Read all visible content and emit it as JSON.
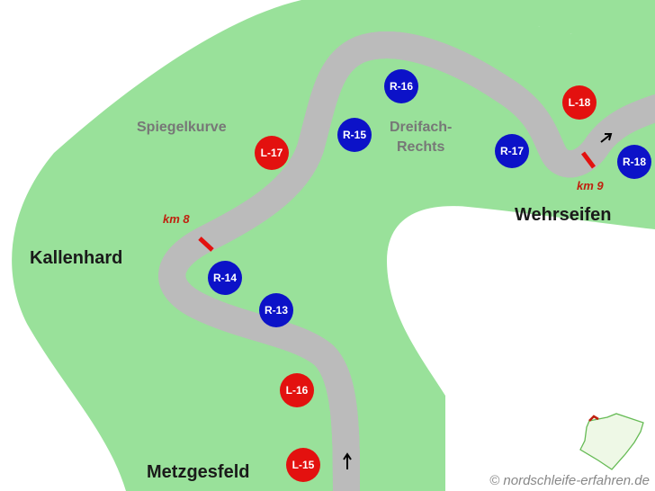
{
  "colors": {
    "grass": "#99e19a",
    "track": "#6b6b6b",
    "left_corner": "#e3110f",
    "right_corner": "#0c12c8",
    "km_marker": "#c0200f"
  },
  "areas": {
    "spiegelkurve": "Spiegelkurve",
    "dreifach_line1": "Dreifach-",
    "dreifach_line2": "Rechts",
    "kallenhard": "Kallenhard",
    "wehrseifen": "Wehrseifen",
    "metzgesfeld": "Metzgesfeld"
  },
  "km_markers": {
    "km8": "km 8",
    "km9": "km 9"
  },
  "corners": [
    {
      "id": "L-17",
      "side": "L"
    },
    {
      "id": "R-15",
      "side": "R"
    },
    {
      "id": "R-16",
      "side": "R"
    },
    {
      "id": "L-18",
      "side": "L"
    },
    {
      "id": "R-17",
      "side": "R"
    },
    {
      "id": "R-18",
      "side": "R"
    },
    {
      "id": "R-14",
      "side": "R"
    },
    {
      "id": "R-13",
      "side": "R"
    },
    {
      "id": "L-16",
      "side": "L"
    },
    {
      "id": "L-15",
      "side": "L"
    }
  ],
  "copyright": "© nordschleife-erfahren.de",
  "icons": {
    "direction": "arrow-icon",
    "overview": "track-overview-minimap"
  }
}
